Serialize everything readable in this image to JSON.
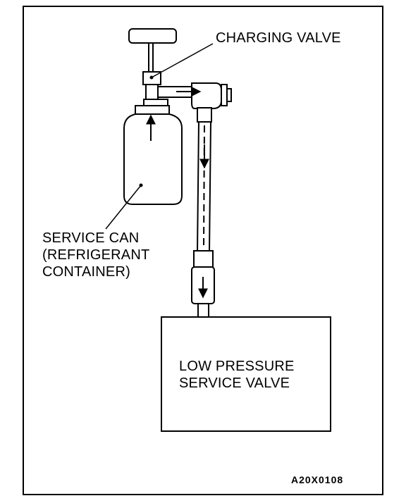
{
  "labels": {
    "charging_valve": "CHARGING VALVE",
    "service_can": [
      "SERVICE CAN",
      "(REFRIGERANT",
      "CONTAINER)"
    ],
    "low_pressure_valve": [
      "LOW PRESSURE",
      "SERVICE VALVE"
    ]
  },
  "figure_code": "A20X0108",
  "colors": {
    "ink": "#000000",
    "paper": "#ffffff"
  }
}
